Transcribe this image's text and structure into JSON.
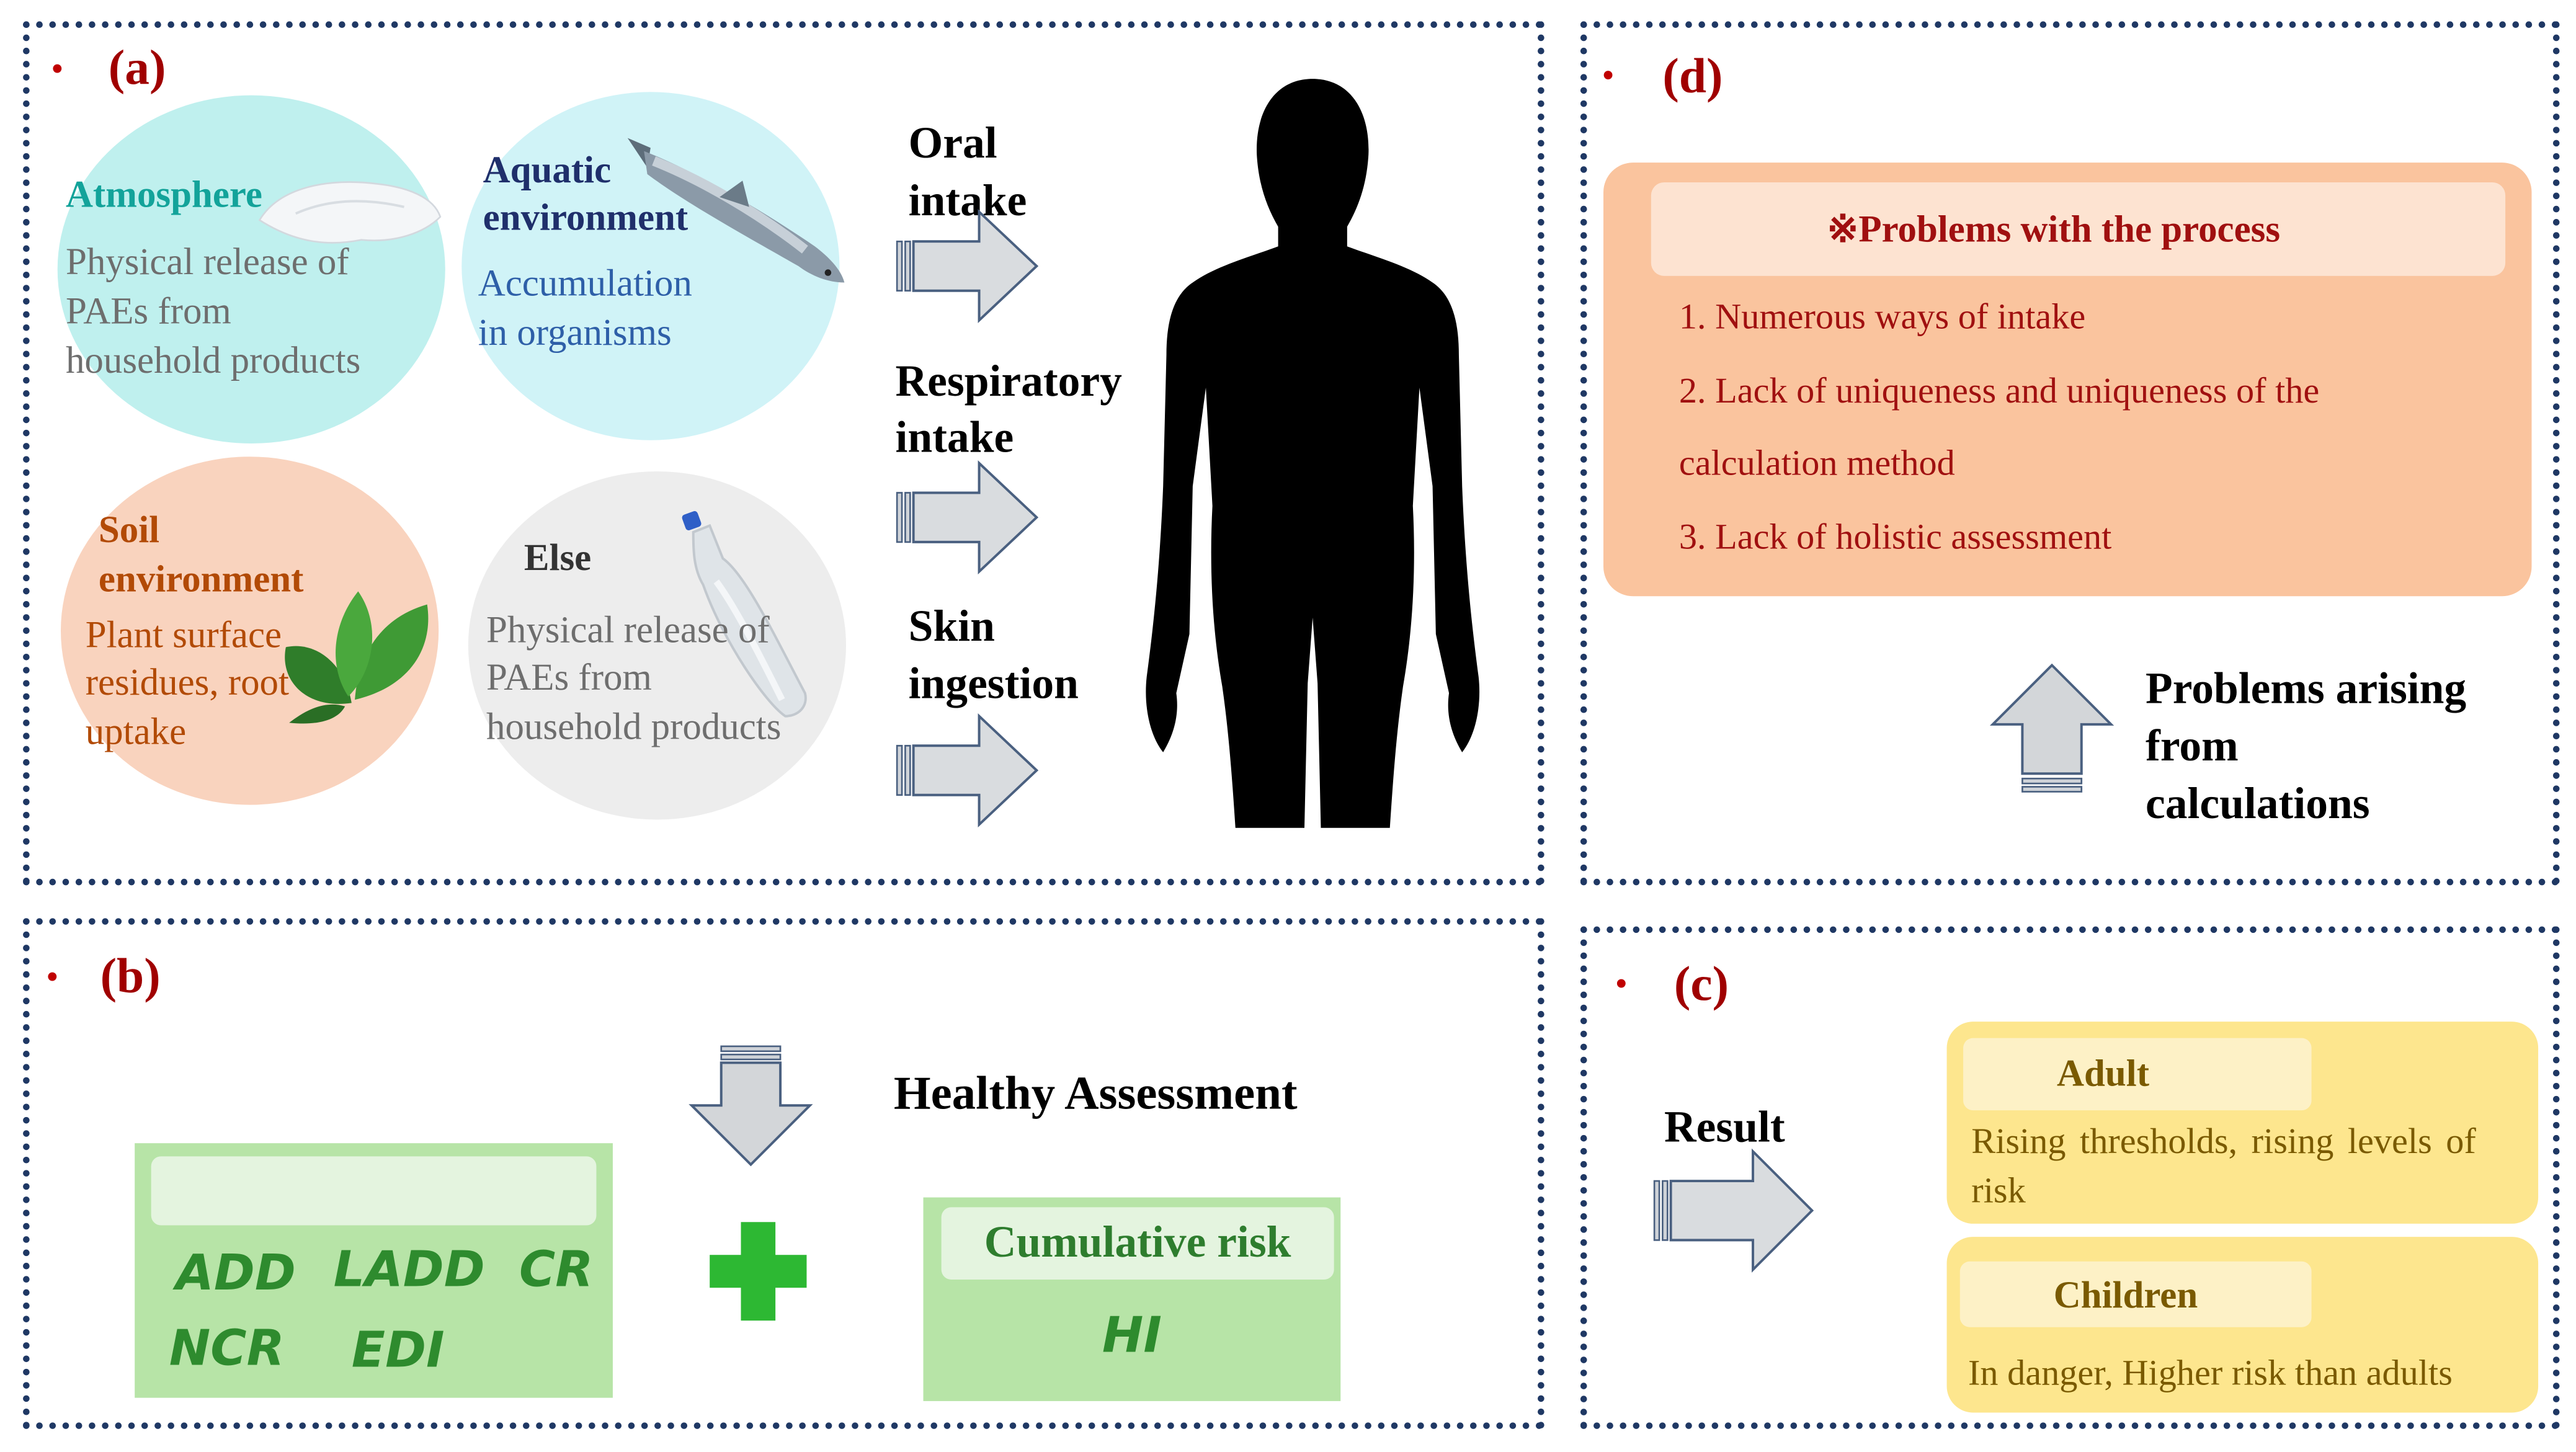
{
  "panel_a": {
    "label": "(a)",
    "atmosphere": {
      "title": "Atmosphere",
      "text": [
        "Physical release of",
        "PAEs from",
        "household products"
      ]
    },
    "aquatic": {
      "title": [
        "Aquatic",
        "environment"
      ],
      "text": [
        "Accumulation",
        "in organisms"
      ]
    },
    "soil": {
      "title": [
        "Soil",
        "environment"
      ],
      "text": [
        "Plant surface",
        "residues, root",
        "uptake"
      ]
    },
    "else": {
      "title": "Else",
      "text": [
        "Physical release of",
        "PAEs from",
        "household products"
      ]
    },
    "routes": {
      "oral": [
        "Oral",
        "intake"
      ],
      "respiratory": [
        "Respiratory",
        "intake"
      ],
      "skin": [
        "Skin",
        "ingestion"
      ]
    }
  },
  "panel_b": {
    "label": "(b)",
    "heading": "Healthy Assessment",
    "metrics": {
      "add": "ADD",
      "ladd": "LADD",
      "cr": "CR",
      "ncr": "NCR",
      "edi": "EDI"
    },
    "cumulative": {
      "title": "Cumulative risk",
      "value": "HI"
    }
  },
  "panel_c": {
    "label": "(c)",
    "result": "Result",
    "adult": {
      "title": "Adult",
      "text": [
        "Rising thresholds, rising levels of",
        "risk"
      ]
    },
    "children": {
      "title": "Children",
      "text": "In danger, Higher risk than adults"
    }
  },
  "panel_d": {
    "label": "(d)",
    "header": "※Problems with the process",
    "items": [
      "1. Numerous ways of intake",
      "2. Lack of uniqueness and uniqueness of the",
      "calculation method",
      "3. Lack of holistic assessment"
    ],
    "arising": [
      "Problems arising",
      "from",
      "calculations"
    ]
  },
  "bullet": "•",
  "colors": {
    "border": "#1f3864",
    "label_red": "#a00000",
    "teal": "#13a39a",
    "navy": "#1f2f6b",
    "blue_text": "#2e5fa8",
    "soil_brown": "#b24a06",
    "green_text": "#2e8b2e",
    "green_box": "#b7e4a7",
    "peach_box": "#fac49e",
    "yellow_box": "#fde68e",
    "adult_title": "#7a5a00"
  }
}
